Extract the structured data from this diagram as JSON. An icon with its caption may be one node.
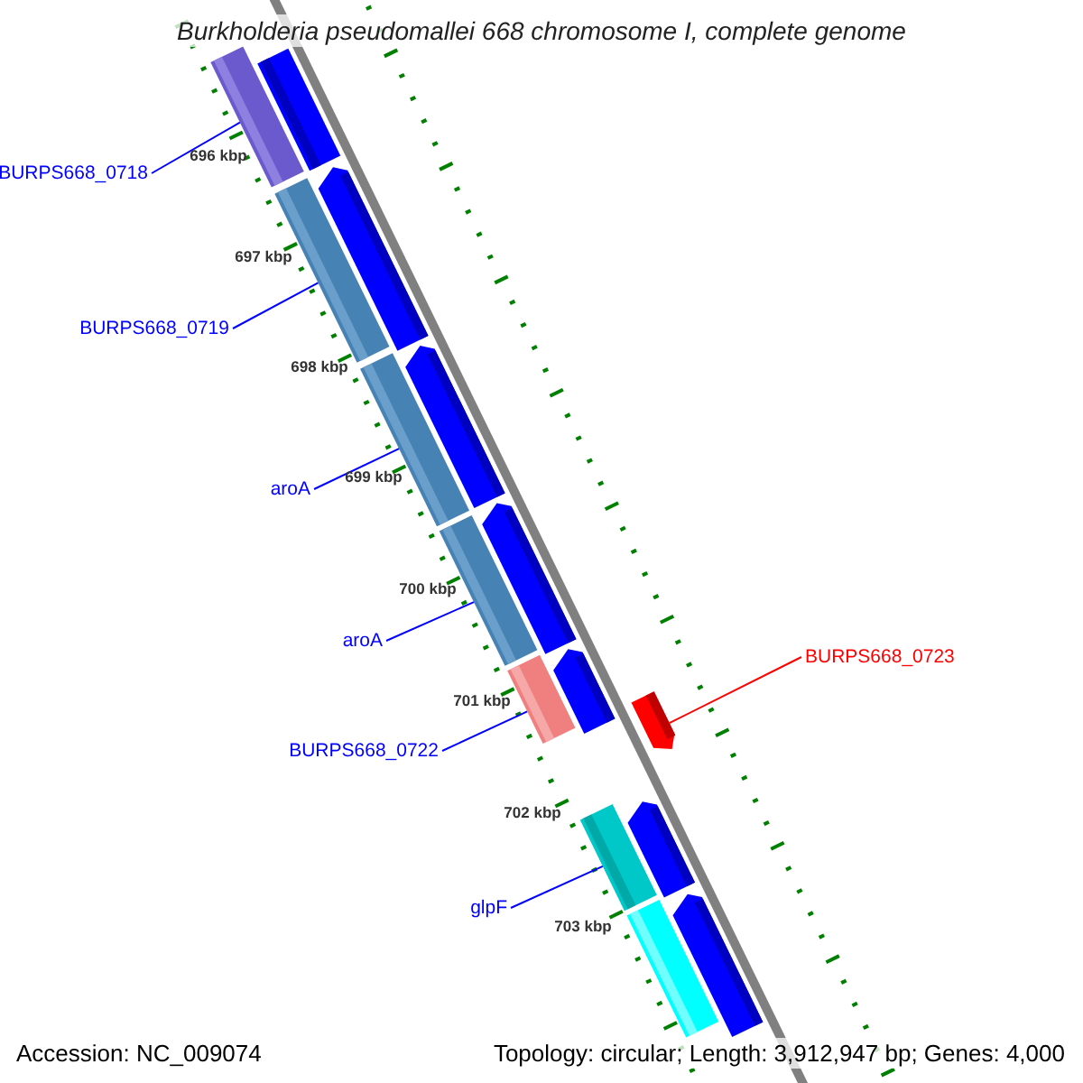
{
  "diagram": {
    "title": "Burkholderia pseudomallei 668 chromosome I, complete genome",
    "nodes": [
      {
        "text": [
          "BURPS668_0718"
        ]
      },
      {
        "text": [
          "BURPS668_0719"
        ]
      },
      {
        "text": [
          "aroA"
        ]
      },
      {
        "text": [
          "aroA"
        ]
      },
      {
        "text": [
          "BURPS668_0722"
        ]
      },
      {
        "text": [
          "glpF"
        ]
      },
      {
        "text": [
          "BURPS668_0723"
        ]
      },
      {
        "text": [],
        "shape": "bar"
      },
      {
        "text": [],
        "shape": "bar"
      },
      {
        "text": [],
        "shape": "bar"
      },
      {
        "text": [],
        "shape": "bar"
      },
      {
        "text": [],
        "shape": "bar"
      },
      {
        "text": [],
        "shape": "bar"
      },
      {
        "text": [],
        "shape": "bar"
      },
      {
        "text": [],
        "shape": "bar"
      },
      {
        "text": [],
        "shape": "bar"
      },
      {
        "text": [],
        "shape": "bar"
      },
      {
        "text": [],
        "shape": "bar"
      },
      {
        "text": [],
        "shape": "bar"
      },
      {
        "text": [],
        "shape": "bar"
      },
      {
        "text": [],
        "shape": "bar"
      },
      {
        "text": [],
        "shape": "bar"
      }
    ],
    "edges": [
      {
        "from": 0,
        "to": 8,
        "arrow": "none"
      },
      {
        "from": 1,
        "to": 10,
        "arrow": "none"
      },
      {
        "from": 2,
        "to": 12,
        "arrow": "none"
      },
      {
        "from": 3,
        "to": 14,
        "arrow": "none"
      },
      {
        "from": 4,
        "to": 16,
        "arrow": "none"
      },
      {
        "from": 5,
        "to": 19,
        "arrow": "none"
      },
      {
        "from": 6,
        "to": 17,
        "arrow": "none",
        "color": "#ff0000"
      }
    ],
    "labels": [
      "696 kbp",
      "697 kbp",
      "698 kbp",
      "699 kbp",
      "700 kbp",
      "701 kbp",
      "702 kbp",
      "703 kbp",
      "Accession: NC_009074",
      "Topology: circular; Length: 3,912,947 bp; Genes: 4,000"
    ]
  }
}
